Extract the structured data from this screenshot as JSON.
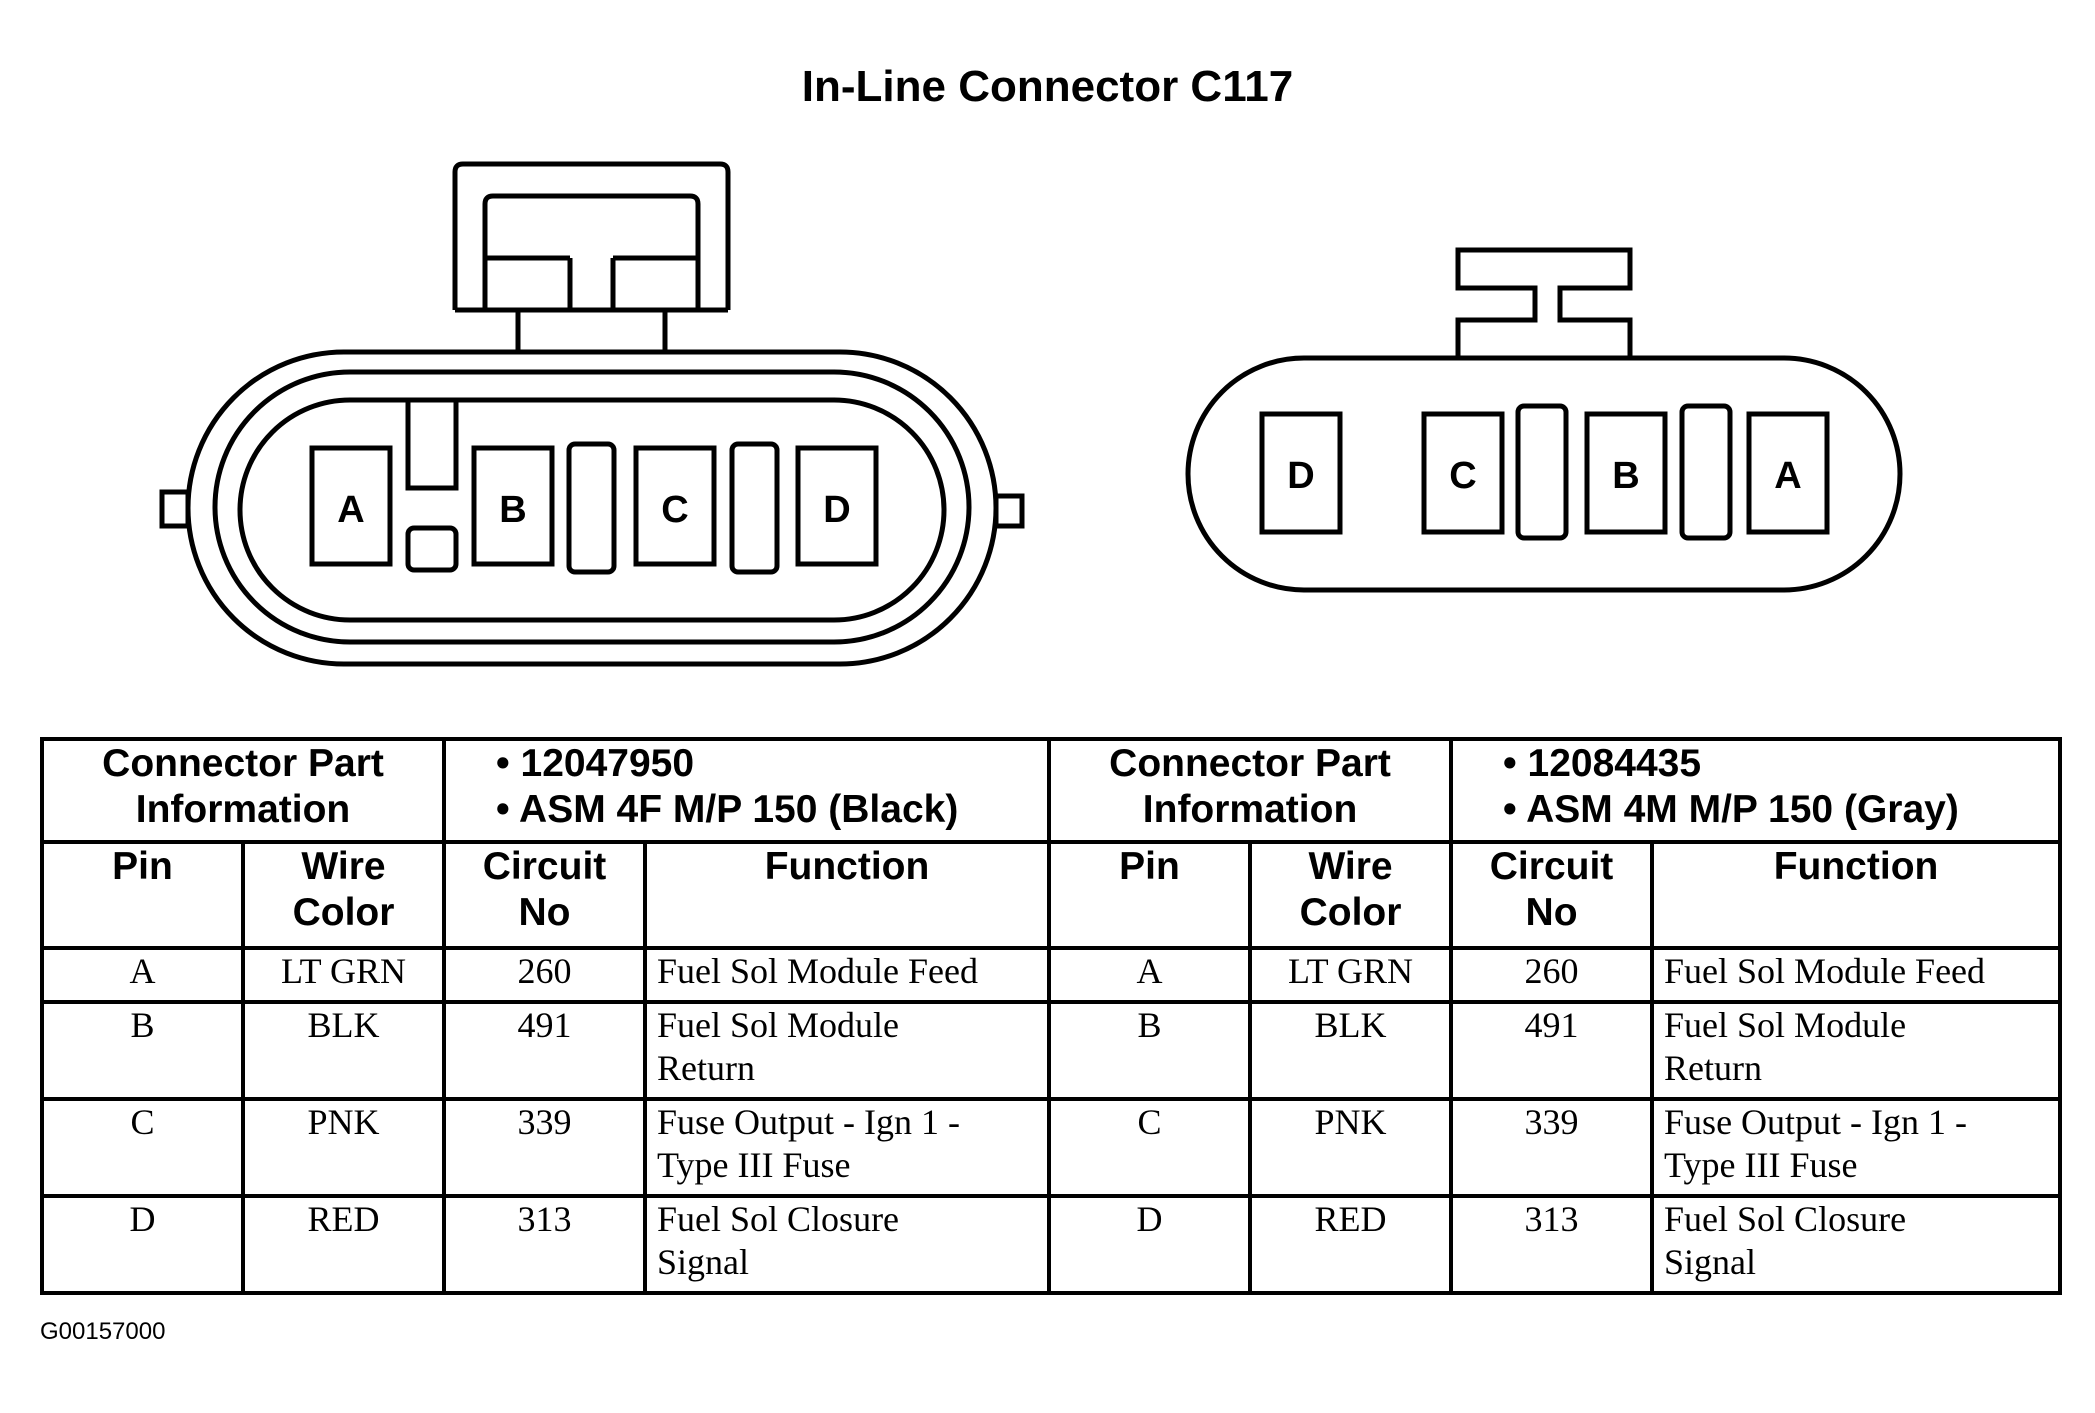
{
  "title": "In-Line Connector C117",
  "connector_left": {
    "pins": [
      "A",
      "B",
      "C",
      "D"
    ]
  },
  "connector_right": {
    "pins": [
      "D",
      "C",
      "B",
      "A"
    ]
  },
  "table": {
    "left": {
      "part_info_label": [
        "Connector Part",
        "Information"
      ],
      "part_info": [
        "• 12047950",
        "• ASM 4F M/P 150 (Black)"
      ]
    },
    "right": {
      "part_info_label": [
        "Connector Part",
        "Information"
      ],
      "part_info": [
        "• 12084435",
        "• ASM 4M M/P 150 (Gray)"
      ]
    },
    "columns": {
      "pin": "Pin",
      "wire_color": [
        "Wire",
        "Color"
      ],
      "circuit_no": [
        "Circuit",
        "No"
      ],
      "function": "Function"
    },
    "rows": [
      {
        "pin": "A",
        "wire_color": "LT GRN",
        "circuit": "260",
        "function": [
          "Fuel Sol Module Feed"
        ]
      },
      {
        "pin": "B",
        "wire_color": "BLK",
        "circuit": "491",
        "function": [
          "Fuel Sol Module",
          "Return"
        ]
      },
      {
        "pin": "C",
        "wire_color": "PNK",
        "circuit": "339",
        "function": [
          "Fuse Output - Ign 1 -",
          "Type III Fuse"
        ]
      },
      {
        "pin": "D",
        "wire_color": "RED",
        "circuit": "313",
        "function": [
          "Fuel Sol Closure",
          "Signal"
        ]
      }
    ]
  },
  "footer_code": "G00157000"
}
